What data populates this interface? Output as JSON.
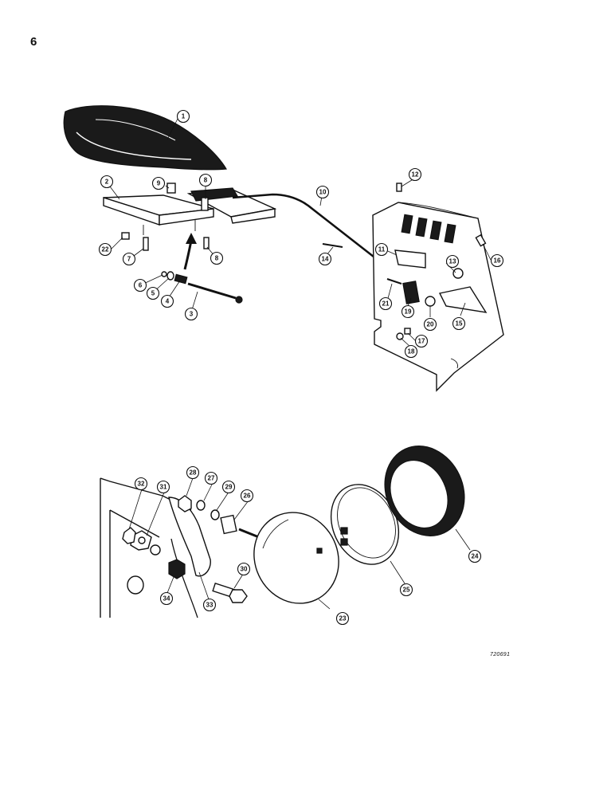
{
  "page_number": "6",
  "drawing_ref": "720691",
  "callouts": [
    "1",
    "2",
    "3",
    "4",
    "5",
    "6",
    "7",
    "8",
    "9",
    "10",
    "11",
    "12",
    "13",
    "14",
    "15",
    "16",
    "17",
    "18",
    "19",
    "20",
    "21",
    "22",
    "23",
    "24",
    "25",
    "26",
    "27",
    "28",
    "29",
    "30",
    "31",
    "32",
    "33",
    "34"
  ],
  "icons": {
    "direction_arrow": "curved-arrow-up-icon"
  }
}
